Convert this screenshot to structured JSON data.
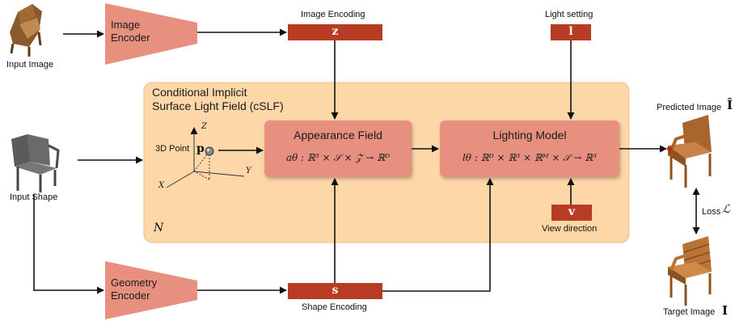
{
  "inputs": {
    "input_image": "Input Image",
    "input_shape": "Input Shape"
  },
  "encoders": {
    "image_encoder_line1": "Image",
    "image_encoder_line2": "Encoder",
    "geometry_encoder_line1": "Geometry",
    "geometry_encoder_line2": "Encoder"
  },
  "vectors": {
    "image_encoding_label": "Image Encoding",
    "image_encoding_symbol": "z",
    "light_setting_label": "Light setting",
    "light_setting_symbol": "l",
    "shape_encoding_label": "Shape Encoding",
    "shape_encoding_symbol": "s",
    "view_direction_label": "View direction",
    "view_direction_symbol": "v"
  },
  "cslf": {
    "title_line1": "Conditional Implicit",
    "title_line2": "Surface Light Field (cSLF)",
    "n_label": "N",
    "point_label": "3D Point",
    "point_symbol": "p",
    "axis_z": "Z",
    "axis_x": "X",
    "axis_y": "Y"
  },
  "appearance_field": {
    "title": "Appearance Field",
    "formula": "aθ : ℝ³ × 𝒮 × 𝒵 → ℝᴰ"
  },
  "lighting_model": {
    "title": "Lighting Model",
    "formula": "lθ : ℝᴰ × ℝ³ × ℝᴹ × 𝒮 → ℝ³"
  },
  "outputs": {
    "predicted_image": "Predicted Image",
    "predicted_symbol": "Î",
    "loss": "Loss",
    "loss_symbol": "ℒ",
    "target_image": "Target Image",
    "target_symbol": "I"
  },
  "colors": {
    "encoder_fill": "#e8907f",
    "panel_fill": "#fdd7a8",
    "panel_stroke": "#f1bf86",
    "box_fill": "#e8907f",
    "vector_fill": "#b83b24"
  }
}
